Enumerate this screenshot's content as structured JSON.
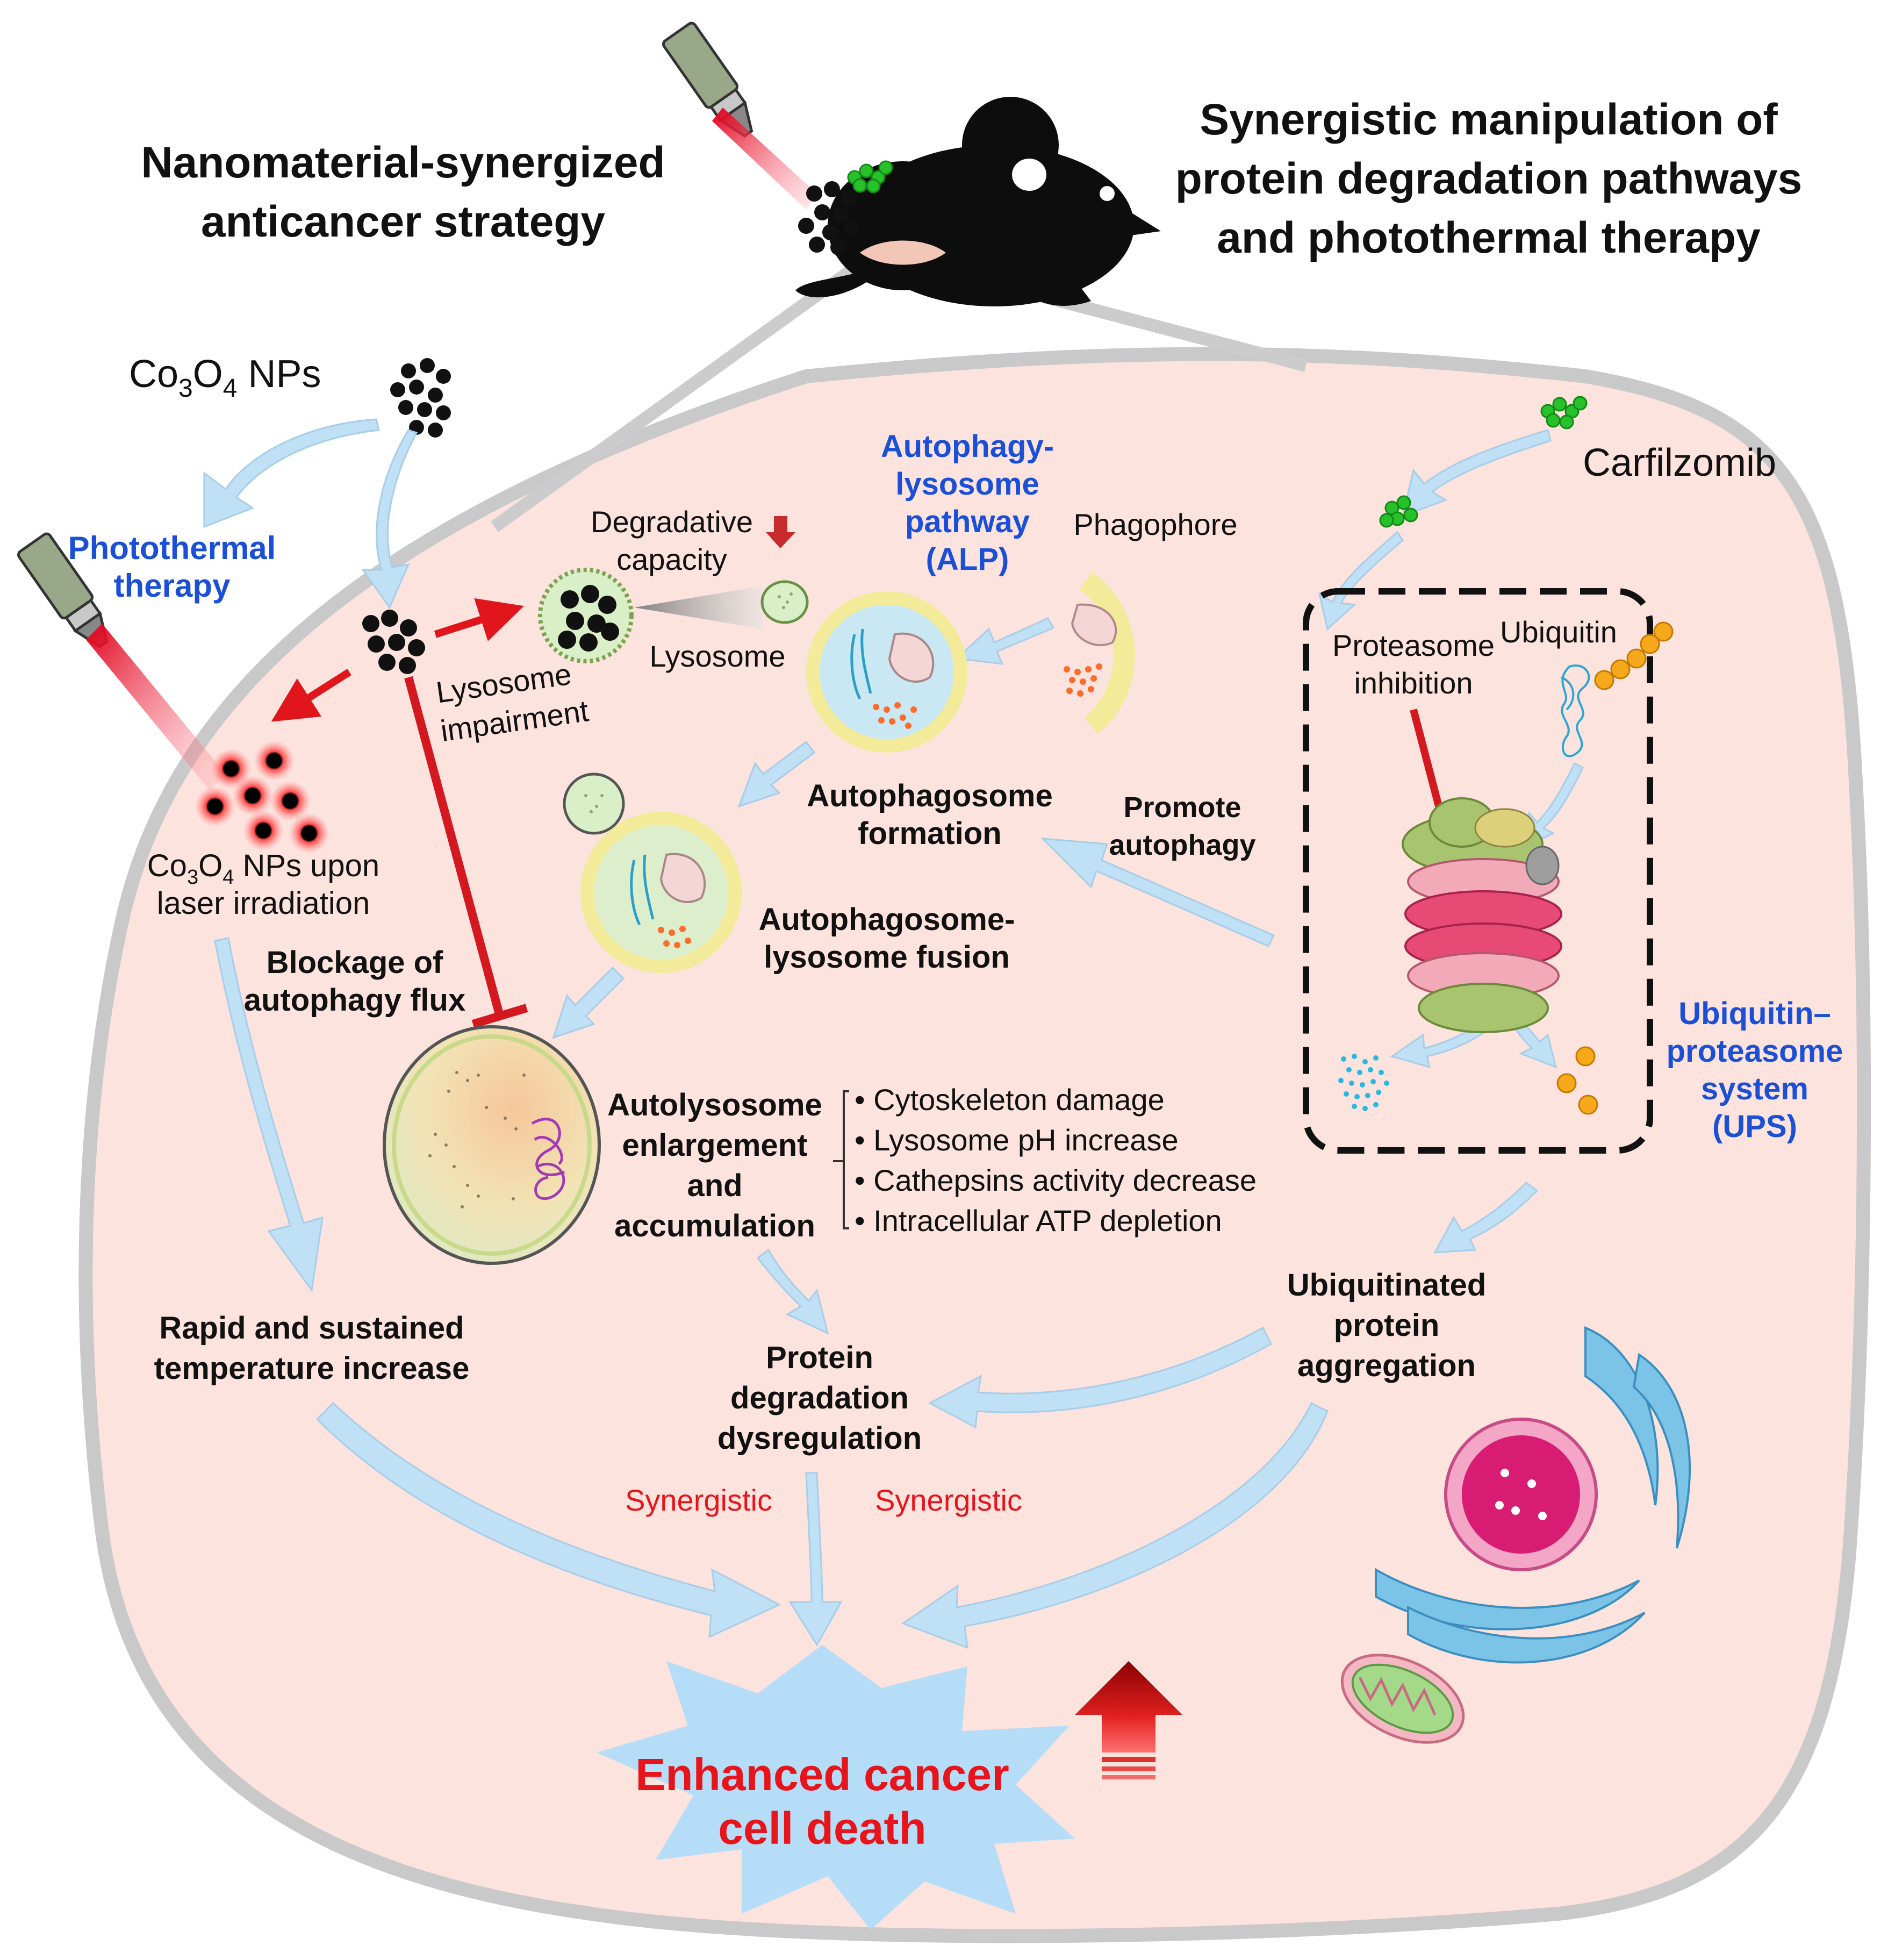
{
  "titles": {
    "left_line1": "Nanomaterial-synergized",
    "left_line2": "anticancer strategy",
    "right_line1": "Synergistic manipulation of",
    "right_line2": "protein degradation pathways",
    "right_line3": "and photothermal therapy"
  },
  "agents": {
    "co3o4": {
      "prefix": "Co",
      "sub1": "3",
      "mid": "O",
      "sub2": "4",
      "suffix": " NPs"
    },
    "carfilzomib": "Carfilzomib"
  },
  "photothermal": {
    "line1": "Photothermal",
    "line2": "therapy"
  },
  "irradiated": {
    "prefix": "Co",
    "sub1": "3",
    "mid": "O",
    "sub2": "4",
    "suffix": " NPs upon",
    "line2": "laser irradiation"
  },
  "lysosome": {
    "degradative_line1": "Degradative",
    "degradative_line2": "capacity",
    "label": "Lysosome",
    "impairment_line1": "Lysosome",
    "impairment_line2": "impairment"
  },
  "alp": {
    "line1": "Autophagy-",
    "line2": "lysosome",
    "line3": "pathway",
    "line4": "(ALP)"
  },
  "phagophore": "Phagophore",
  "autophagosome_formation": {
    "line1": "Autophagosome",
    "line2": "formation"
  },
  "fusion": {
    "line1": "Autophagosome-",
    "line2": "lysosome fusion"
  },
  "blockage": {
    "line1": "Blockage of",
    "line2": "autophagy flux"
  },
  "autolysosome": {
    "line1": "Autolysosome",
    "line2": "enlargement",
    "line3": "and",
    "line4": "accumulation"
  },
  "effects": [
    "• Cytoskeleton damage",
    "• Lysosome pH increase",
    "• Cathepsins activity decrease",
    "• Intracellular ATP depletion"
  ],
  "ups": {
    "inhibition_line1": "Proteasome",
    "inhibition_line2": "inhibition",
    "ubiquitin": "Ubiquitin",
    "promote_line1": "Promote",
    "promote_line2": "autophagy",
    "system_line1": "Ubiquitin–",
    "system_line2": "proteasome",
    "system_line3": "system",
    "system_line4": "(UPS)"
  },
  "outcomes": {
    "temperature_line1": "Rapid and sustained",
    "temperature_line2": "temperature increase",
    "dysregulation_line1": "Protein",
    "dysregulation_line2": "degradation",
    "dysregulation_line3": "dysregulation",
    "aggregation_line1": "Ubiquitinated",
    "aggregation_line2": "protein",
    "aggregation_line3": "aggregation",
    "synergistic_left": "Synergistic",
    "synergistic_right": "Synergistic",
    "death_line1": "Enhanced cancer",
    "death_line2": "cell death"
  },
  "colors": {
    "cell_fill": "#fce3de",
    "cell_border": "#c9c9c9",
    "flow_arrow": "#bfe0f5",
    "inhibit_red": "#d4181f",
    "title_blue": "#1a4fd6",
    "synergy_red": "#e8141c",
    "burst_fill": "#b6ddf7"
  },
  "icons": [
    "laser-icon",
    "mouse-icon",
    "nanoparticle-icon",
    "drug-icon",
    "lysosome-icon",
    "autophagosome-icon",
    "autolysosome-icon",
    "proteasome-icon",
    "ubiquitin-icon",
    "mitochondrion-icon",
    "golgi-icon",
    "nucleus-icon",
    "up-arrow-icon"
  ]
}
